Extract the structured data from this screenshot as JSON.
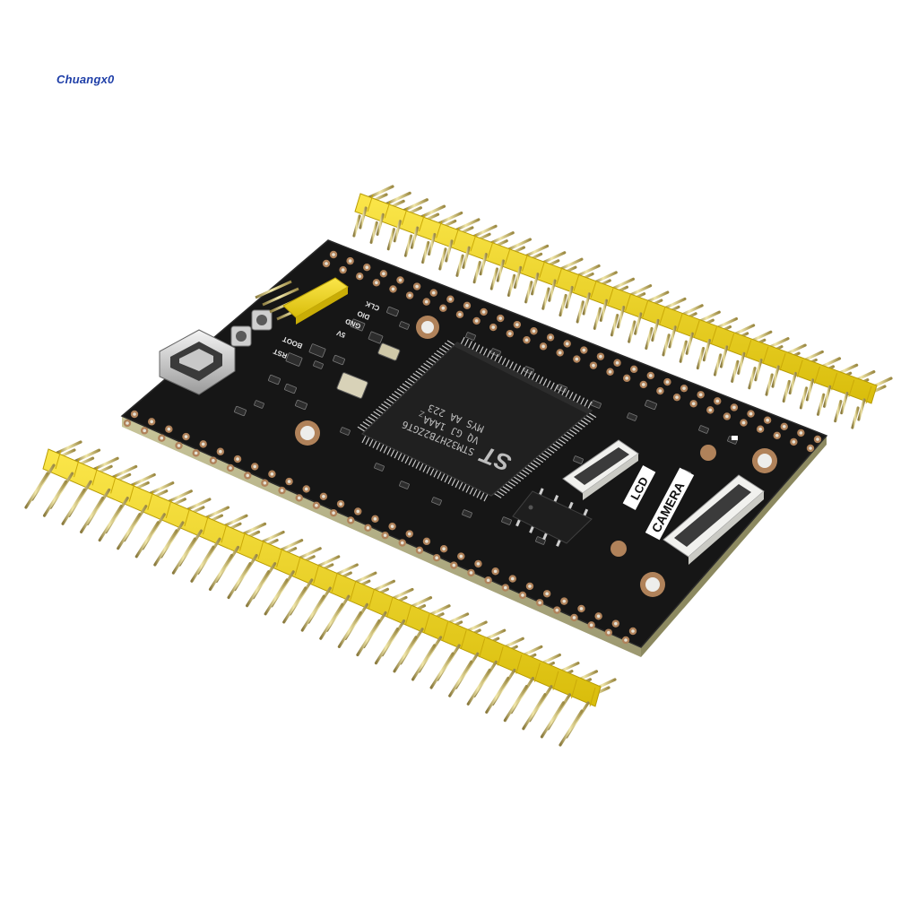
{
  "watermark": {
    "text": "Chuangx0"
  },
  "board": {
    "chip": {
      "logo": "ST",
      "line1": "STM32H7B2ZGT6",
      "line2": "VQ GJ 1AAA",
      "line3": "MYS AA 223",
      "pin1_mark": "Z"
    },
    "header_labels": [
      "CLK",
      "DIO",
      "GND",
      "5V"
    ],
    "button_labels": [
      "BOOT",
      "RST"
    ],
    "connector_labels": {
      "lcd": "LCD",
      "camera": "CAMERA"
    }
  },
  "colors": {
    "pcb": "#1a1a1a",
    "pin_plastic": "#f2d81f",
    "pad": "#b0825a",
    "connector": "#f1f1ee"
  },
  "icons": {
    "usb": "usb-c-port-icon",
    "chip": "microcontroller-icon",
    "logo": "st-logo-icon"
  }
}
